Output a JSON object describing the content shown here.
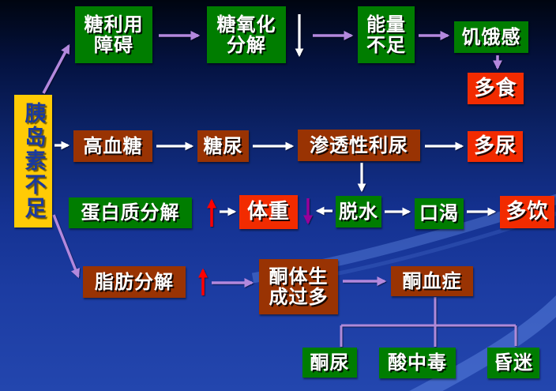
{
  "nodes": {
    "insulin_deficiency": {
      "label": "胰岛素不足"
    },
    "glucose_utilization_disorder": {
      "label": "糖利用\n障碍"
    },
    "glucose_oxidation": {
      "label": "糖氧化\n分解"
    },
    "energy_deficiency": {
      "label": "能量\n不足"
    },
    "hunger": {
      "label": "饥饿感"
    },
    "polyphagia": {
      "label": "多食"
    },
    "hyperglycemia": {
      "label": "高血糖"
    },
    "glycosuria": {
      "label": "糖尿"
    },
    "osmotic_diuresis": {
      "label": "渗透性利尿"
    },
    "polyuria": {
      "label": "多尿"
    },
    "protein_breakdown": {
      "label": "蛋白质分解"
    },
    "body_weight": {
      "label": "体重"
    },
    "dehydration": {
      "label": "脱水"
    },
    "thirst": {
      "label": "口渴"
    },
    "polydipsia": {
      "label": "多饮"
    },
    "fat_breakdown": {
      "label": "脂肪分解"
    },
    "ketone_overproduction": {
      "label": "酮体生\n成过多"
    },
    "ketonemia": {
      "label": "酮血症"
    },
    "ketonuria": {
      "label": "酮尿"
    },
    "acidosis": {
      "label": "酸中毒"
    },
    "coma": {
      "label": "昏迷"
    }
  },
  "colors": {
    "box_green": "#007d00",
    "box_brown": "#993303",
    "box_red": "#f22b00",
    "box_yellow": "#ffcb05",
    "arrow_purple": "#b388dd",
    "arrow_white": "#ffffff",
    "arrow_red": "#ff0000",
    "arrow_magenta": "#990099",
    "tree_line_purple": "#b08ad8",
    "background_top": "#000510",
    "background_bottom": "#2346ae",
    "text_white": "#ffffff",
    "text_navy": "#1b3a9e"
  }
}
